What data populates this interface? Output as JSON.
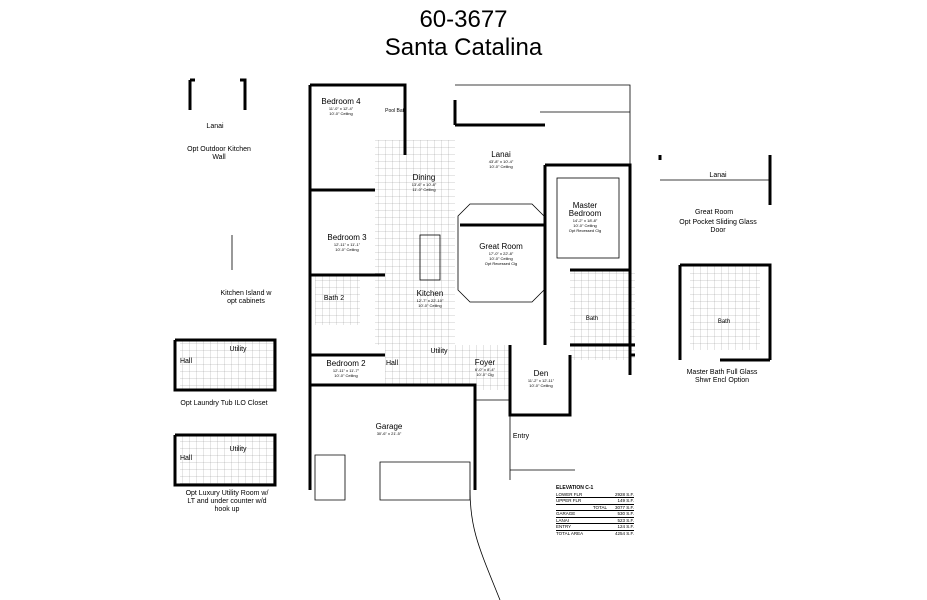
{
  "header": {
    "plan_number": "60-3677",
    "plan_name": "Santa Catalina"
  },
  "rooms": [
    {
      "name": "Bedroom 4",
      "size": "11'-0\" x 12'-4\"",
      "ceiling": "10'-0\" Ceiling"
    },
    {
      "name": "Pool Bath"
    },
    {
      "name": "Dining",
      "size": "13'-6\" x 10'-8\"",
      "ceiling": "11'-0\" Ceiling"
    },
    {
      "name": "Lanai",
      "size": "43'-8\" x 10'-4\"",
      "ceiling": "10'-0\" Ceiling"
    },
    {
      "name": "Master Bedroom",
      "size": "14'-2\" x 18'-8\"",
      "ceiling": "10'-0\" Ceiling",
      "note": "Opt Recessed Clg"
    },
    {
      "name": "Bedroom 3",
      "size": "12'-11\" x 11'-1\"",
      "ceiling": "10'-0\" Ceiling"
    },
    {
      "name": "Great Room",
      "size": "17'-0\" x 22'-8\"",
      "ceiling": "10'-0\" Ceiling",
      "note": "Opt Recessed Clg"
    },
    {
      "name": "Kitchen",
      "size": "12'-7\" x 22'-10\"",
      "ceiling": "10'-0\" Ceiling"
    },
    {
      "name": "Bath 2"
    },
    {
      "name": "Bath"
    },
    {
      "name": "Bedroom 2",
      "size": "12'-11\" x 11'-7\"",
      "ceiling": "10'-0\" Ceiling"
    },
    {
      "name": "Hall"
    },
    {
      "name": "Utility"
    },
    {
      "name": "Foyer",
      "size": "6'-0\" x 8'-4\"",
      "ceiling": "10'-0\" Clg"
    },
    {
      "name": "Den",
      "size": "11'-2\" x 12'-11\"",
      "ceiling": "10'-0\" Ceiling"
    },
    {
      "name": "Garage",
      "size": "30'-6\" x 21'-5\""
    },
    {
      "name": "Entry"
    }
  ],
  "options": [
    {
      "room": "Lanai",
      "caption": "Opt Outdoor Kitchen Wall"
    },
    {
      "caption": "Kitchen Island w opt cabinets"
    },
    {
      "room1": "Hall",
      "room2": "Utility",
      "caption": "Opt Laundry Tub ILO Closet"
    },
    {
      "room1": "Hall",
      "room2": "Utility",
      "caption": "Opt Luxury Utility Room w/ LT and under counter w/d hook up"
    },
    {
      "room1": "Lanai",
      "room2": "Great Room",
      "caption": "Opt Pocket Sliding Glass Door"
    },
    {
      "room": "Bath",
      "caption": "Master Bath Full Glass Shwr Encl Option"
    }
  ],
  "area_table": {
    "title": "ELEVATION C-1",
    "rows": [
      {
        "label": "LOWER FLR",
        "value": "2928 S.F."
      },
      {
        "label": "UPPER FLR",
        "value": "149 S.F."
      },
      {
        "label": "TOTAL",
        "value": "3077 S.F."
      },
      {
        "label": "GARAGE",
        "value": "530 S.F."
      },
      {
        "label": "LANAI",
        "value": "523 S.F."
      },
      {
        "label": "ENTRY",
        "value": "124 S.F."
      },
      {
        "label": "TOTAL AREA",
        "value": "4254 S.F."
      }
    ]
  }
}
